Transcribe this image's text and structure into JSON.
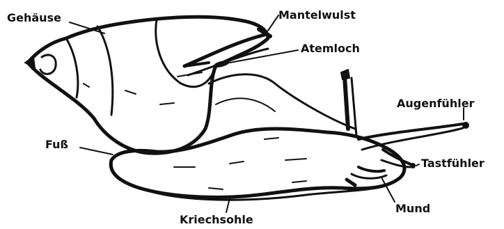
{
  "labels": {
    "gehaeuse": "Gehäuse",
    "mantelwulst": "Mantelwulst",
    "atemloch": "Atemloch",
    "augenfuehler": "Augenfühler",
    "fuss": "Fuß",
    "tastfuehler": "Tastfühler",
    "mund": "Mund",
    "kriechsohle": "Kriechsohle"
  },
  "colors": {
    "ink": "#111111",
    "background": "#ffffff"
  }
}
